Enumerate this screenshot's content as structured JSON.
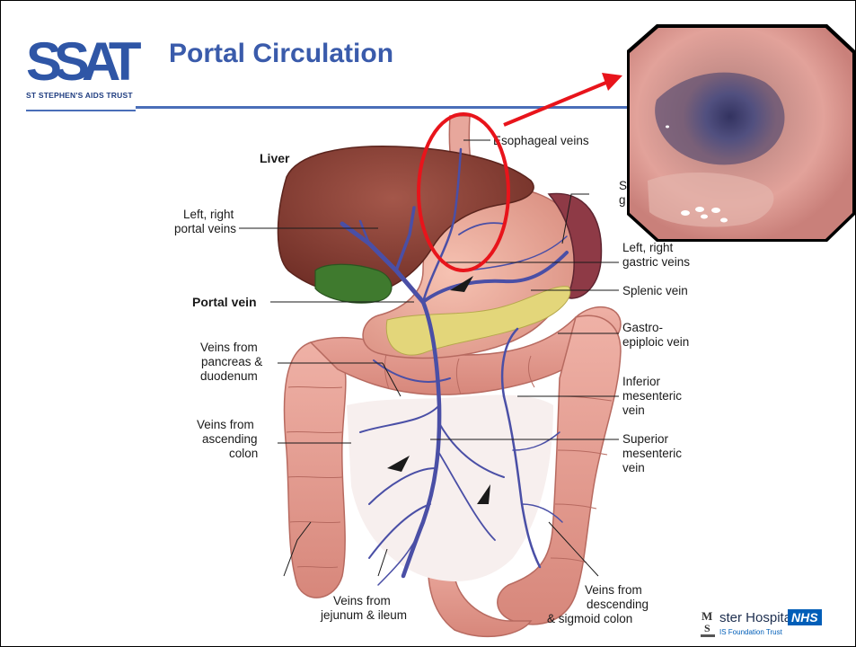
{
  "slide": {
    "title": "Portal Circulation",
    "logo": {
      "letters": "SSAT",
      "subtitle": "ST STEPHEN'S AIDS TRUST"
    },
    "footer": {
      "hospital": "ster Hospital",
      "nhs_badge": "NHS",
      "trust": "IS Foundation Trust"
    }
  },
  "diagram": {
    "labels": {
      "liver": "Liver",
      "left_right_portal_1": "Left, right",
      "left_right_portal_2": "portal veins",
      "portal_vein": "Portal vein",
      "pancreas_1": "Veins from",
      "pancreas_2": "pancreas &",
      "pancreas_3": "duodenum",
      "ascending_1": "Veins from",
      "ascending_2": "ascending",
      "ascending_3": "colon",
      "jejunum_1": "Veins from",
      "jejunum_2": "jejunum & ileum",
      "esophageal": "Esophageal veins",
      "short_gastric_1": "S",
      "short_gastric_2": "g",
      "gastric_1": "Left, right",
      "gastric_2": "gastric veins",
      "splenic": "Splenic vein",
      "gastroepiploic_1": "Gastro-",
      "gastroepiploic_2": "epiploic vein",
      "inferior_1": "Inferior",
      "inferior_2": "mesenteric",
      "inferior_3": "vein",
      "superior_1": "Superior",
      "superior_2": "mesenteric",
      "superior_3": "vein",
      "descending_1": "Veins from",
      "descending_2": "descending",
      "descending_3": "& sigmoid colon"
    }
  },
  "colors": {
    "title": "#3a5bab",
    "annotation_red": "#e8141b",
    "vein_blue": "#4a4fa6",
    "liver": "#8a3f33",
    "intestine": "#e5a096",
    "nhs_blue": "#005eb8"
  }
}
